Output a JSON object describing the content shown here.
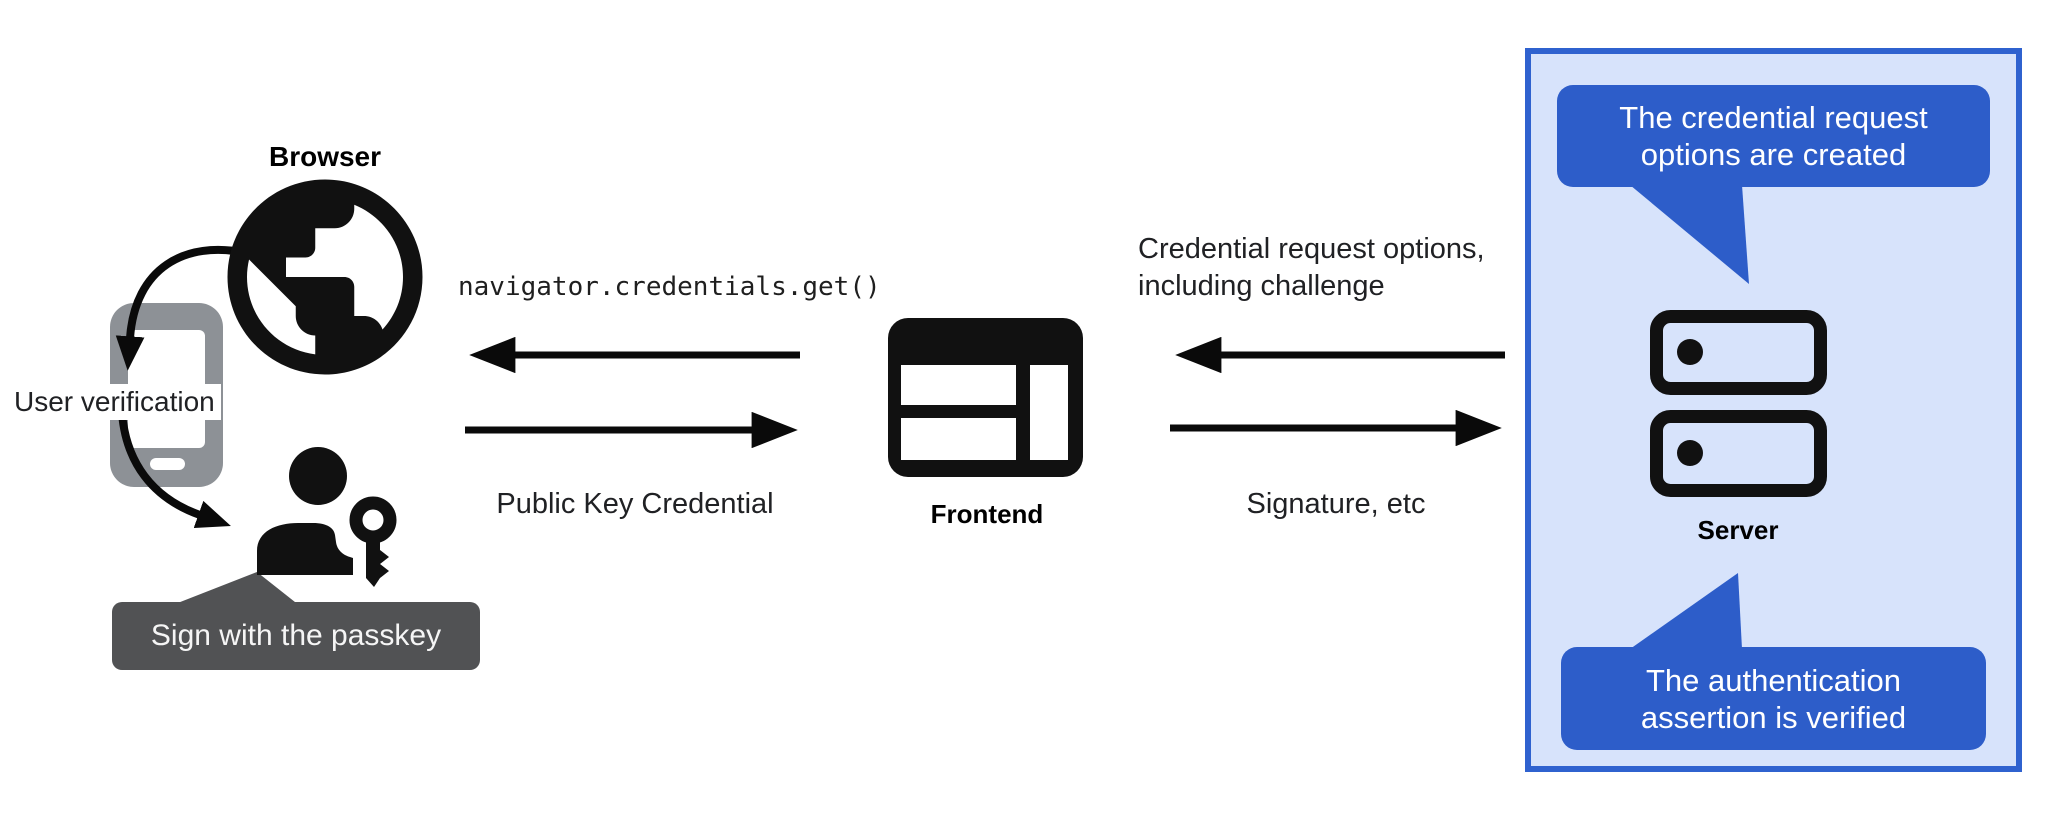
{
  "left_group": {
    "browser_label": "Browser",
    "user_verification_label": "User verification",
    "passkey_tooltip": "Sign with the passkey"
  },
  "middle_group": {
    "code_call": "navigator.credentials.get()",
    "response_label": "Public Key Credential",
    "frontend_label": "Frontend"
  },
  "right_group": {
    "request_label_line1": "Credential request options,",
    "request_label_line2": "including challenge",
    "response_label": "Signature, etc"
  },
  "server_panel": {
    "server_label": "Server",
    "bubble_top_line1": "The credential request",
    "bubble_top_line2": "options are created",
    "bubble_bottom_line1": "The authentication",
    "bubble_bottom_line2": "assertion is verified"
  },
  "colors": {
    "bubble_blue": "#2d5dc9",
    "panel_bg": "#d7e3fb",
    "panel_border": "#2f62cf",
    "tooltip_bg": "#515254",
    "phone_gray": "#8d9196",
    "icon_black": "#111111",
    "text_dark": "#202124"
  }
}
